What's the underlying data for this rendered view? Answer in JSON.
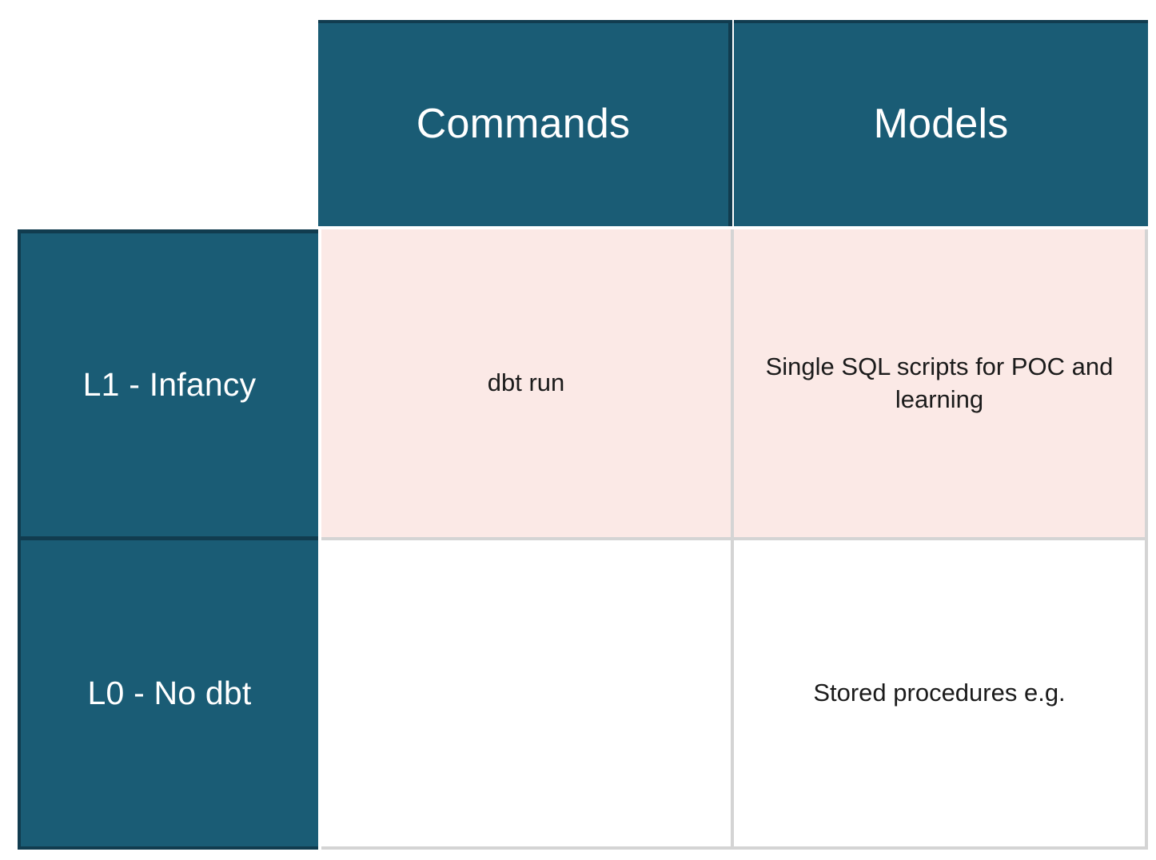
{
  "matrix": {
    "corner_cell_label": "",
    "column_headers": [
      {
        "label": "Commands"
      },
      {
        "label": "Models"
      }
    ],
    "rows": [
      {
        "header": "L1 - Infancy",
        "tone": "pink",
        "cells": [
          {
            "text": "dbt run"
          },
          {
            "text": "Single SQL scripts for POC and learning"
          }
        ]
      },
      {
        "header": "L0 - No dbt",
        "tone": "plain",
        "cells": [
          {
            "text": ""
          },
          {
            "text": "Stored procedures e.g."
          }
        ]
      }
    ]
  },
  "colors": {
    "header_teal": "#1a5c75",
    "header_teal_border": "#113c4f",
    "row_tone_pink": "#fbe9e6",
    "row_tone_plain": "#ffffff",
    "grid_line": "#d4d4d4",
    "header_text": "#ffffff",
    "body_text": "#1b1b1b",
    "page_background": "#ffffff"
  }
}
